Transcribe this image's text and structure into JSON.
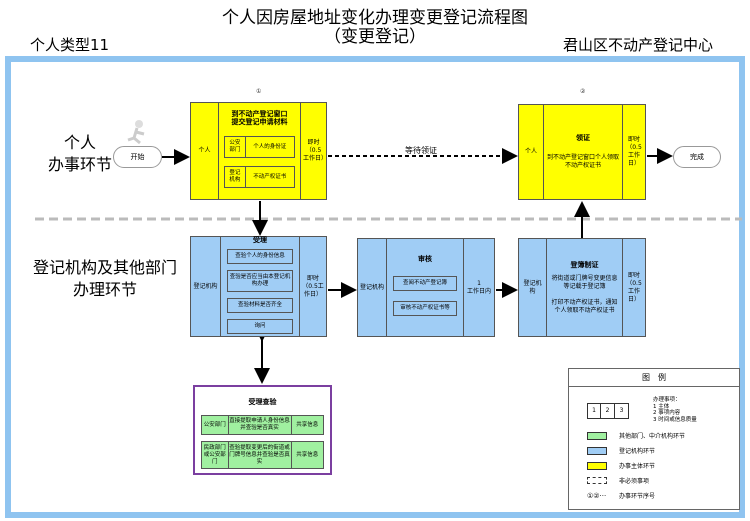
{
  "title": {
    "line1": "个人因房屋地址变化办理变更登记流程图",
    "line2": "（变更登记）"
  },
  "header": {
    "left": "个人类型11",
    "right": "君山区不动产登记中心"
  },
  "lanes": {
    "top": [
      "个人",
      "办事环节"
    ],
    "bottom": [
      "登记机构及其他部门",
      "办理环节"
    ]
  },
  "start": "开始",
  "end": "完成",
  "wait": "等待领证",
  "step1": {
    "num": "①",
    "actor": "个人",
    "title_l1": "到不动产登记窗口",
    "title_l2": "提交登记申请材料",
    "rows": [
      [
        "公安部门",
        "个人的身份证"
      ],
      [
        "登记机构",
        "不动产权证书"
      ]
    ],
    "time": "即时（0.5工作日）"
  },
  "step2": {
    "num": "②",
    "actor": "个人",
    "title": "领证",
    "desc": "到不动产登记窗口个人领取不动产权证书",
    "time": "即时（0.5工作日）"
  },
  "accept": {
    "actor": "登记机构",
    "title": "受理",
    "items": [
      "查验个人的身份信息",
      "查验是否应当由本登记机构办理",
      "查验材料是否齐全",
      "询问"
    ],
    "time": "即时（0.5工作日）"
  },
  "review": {
    "actor": "登记机构",
    "title": "审核",
    "items": [
      "查阅不动产登记簿",
      "审核不动产权证书等"
    ],
    "time_l1": "1",
    "time_l2": "工作日内"
  },
  "register": {
    "actor": "登记机构",
    "title": "登簿制证",
    "desc1": "将街道或门牌号变更信息等记载于登记簿",
    "desc2": "打印不动产权证书，通知个人领取不动产权证书",
    "time": "即时（0.5工作日）"
  },
  "check": {
    "title": "受理查验",
    "rows": [
      [
        "公安部门",
        "直接提取申请人身份信息并查验是否真实",
        "共享信息"
      ],
      [
        "民政部门或公安部门",
        "查验提取变更后的街道或门牌号信息并查验是否真实",
        "共享信息"
      ]
    ]
  },
  "legend": {
    "title": "图　例",
    "cells": [
      "1",
      "2",
      "3"
    ],
    "note": [
      "办理事项：",
      "1 主体",
      "2 事项内容",
      "3 时间或信息质量"
    ],
    "items": [
      "其他部门、中介机构环节",
      "登记机构环节",
      "办事主体环节",
      "非必须事项",
      "办事环节序号"
    ],
    "seq_symbol": "①②···"
  },
  "colors": {
    "yellow": "#ffff00",
    "blue": "#a0cdf5",
    "green": "#a0f0a0",
    "purple": "#7b3fa0",
    "frame": "#8fc4f0"
  }
}
